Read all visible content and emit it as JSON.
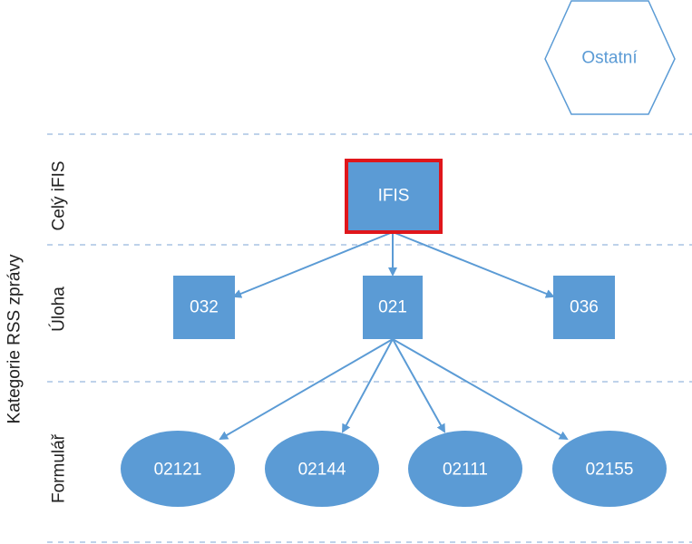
{
  "axis_title": "Kategorie RSS zprávy",
  "levels": {
    "top": "Celý iFIS",
    "middle": "Úloha",
    "bottom": "Formulář"
  },
  "other": "Ostatní",
  "nodes": {
    "root": "IFIS",
    "task_032": "032",
    "task_021": "021",
    "task_036": "036",
    "form_02121": "02121",
    "form_02144": "02144",
    "form_02111": "02111",
    "form_02155": "02155"
  },
  "colors": {
    "node_fill": "#5b9bd5",
    "highlight": "#e0161b",
    "divider": "#a9c4e4",
    "hexagon_stroke": "#5b9bd5"
  }
}
